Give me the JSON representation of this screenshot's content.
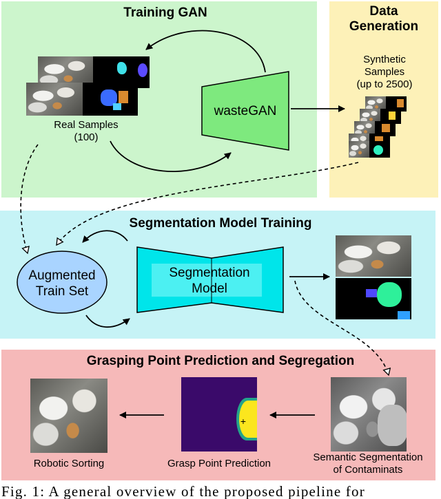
{
  "panels": {
    "training_gan": {
      "title": "Training GAN",
      "color": "#ccf5cc"
    },
    "data_generation": {
      "title_line1": "Data",
      "title_line2": "Generation",
      "color": "#fdf1b8"
    },
    "segmentation": {
      "title": "Segmentation Model Training",
      "color": "#c6f3f6"
    },
    "grasping": {
      "title": "Grasping Point Prediction and Segregation",
      "color": "#f6b9b9"
    }
  },
  "nodes": {
    "wastegan": {
      "label": "wasteGAN",
      "color": "#7ee97e"
    },
    "segmentation_model": {
      "line1": "Segmentation",
      "line2": "Model",
      "color": "#00e5ea"
    },
    "augmented_train_set": {
      "line1": "Augmented",
      "line2": "Train Set",
      "color": "#a9d4ff"
    }
  },
  "labels": {
    "real_samples_line1": "Real Samples",
    "real_samples_line2": "(100)",
    "synthetic_line1": "Synthetic",
    "synthetic_line2": "Samples",
    "synthetic_line3": "(up to 2500)",
    "robotic_sorting": "Robotic Sorting",
    "grasp_point_prediction": "Grasp Point Prediction",
    "semantic_seg_line1": "Semantic Segmentation",
    "semantic_seg_line2": "of Contaminats",
    "grasp_marker": "+"
  },
  "caption": "Fig. 1: A general overview of the proposed pipeline for"
}
